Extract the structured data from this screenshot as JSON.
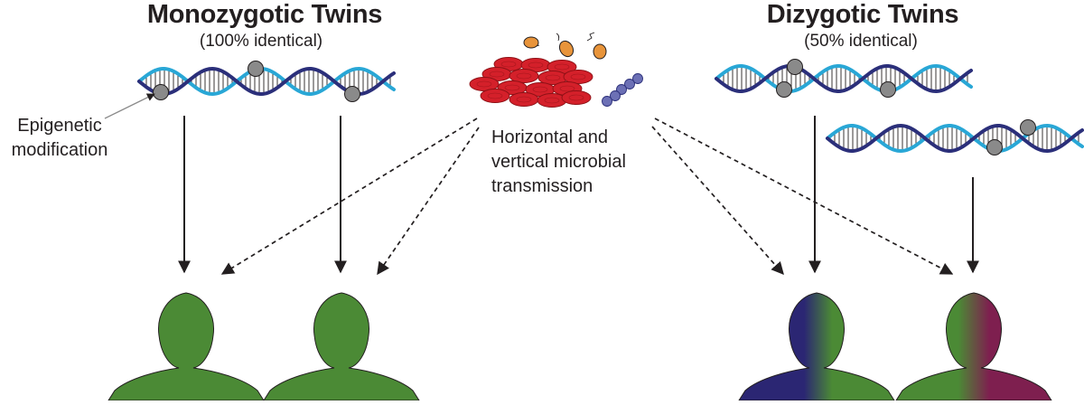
{
  "monozygotic": {
    "title": "Monozygotic Twins",
    "subtitle": "(100% identical)"
  },
  "dizygotic": {
    "title": "Dizygotic Twins",
    "subtitle": "(50% identical)"
  },
  "epigenetic_label": [
    "Epigenetic",
    "modification"
  ],
  "microbial_label": [
    "Horizontal and",
    "vertical microbial",
    "transmission"
  ],
  "colors": {
    "dna_dark": "#2b2f7a",
    "dna_light": "#29a7d6",
    "methyl_mark": "#8a8a8a",
    "person_green": "#4b8a35",
    "person_navy": "#2b2673",
    "person_magenta": "#7e1f4f",
    "red_cells": "#d4202a",
    "orange_bacteria": "#e8943a",
    "purple_cocci": "#6c70b5",
    "arrow": "#231f20"
  },
  "icons": [
    "dna-helix-icon",
    "methyl-group-icon",
    "red-blood-cells-icon",
    "bacteria-icon",
    "cocci-chain-icon",
    "person-silhouette-icon"
  ]
}
